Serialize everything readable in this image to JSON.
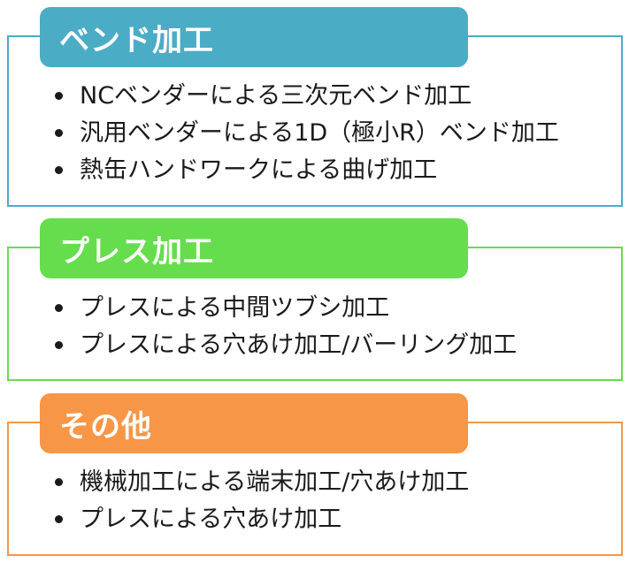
{
  "sections": [
    {
      "title": "ベンド加工",
      "color": "#4bacc6",
      "items": [
        "NCベンダーによる三次元ベンド加工",
        "汎用ベンダーによる1D（極小R）ベンド加工",
        "熱缶ハンドワークによる曲げ加工"
      ]
    },
    {
      "title": "プレス加工",
      "color": "#66dd4d",
      "items": [
        "プレスによる中間ツブシ加工",
        "プレスによる穴あけ加工/バーリング加工"
      ]
    },
    {
      "title": "その他",
      "color": "#f79646",
      "items": [
        "機械加工による端末加工/穴あけ加工",
        "プレスによる穴あけ加工"
      ]
    }
  ]
}
